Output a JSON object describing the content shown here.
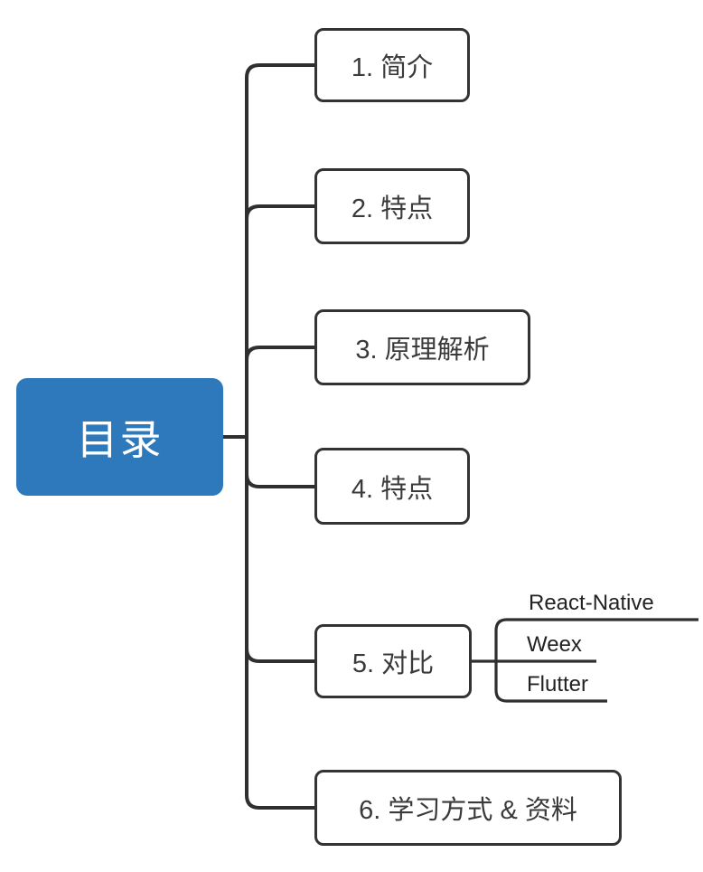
{
  "diagram": {
    "type": "mindmap",
    "root": {
      "label": "目录"
    },
    "branches": [
      {
        "label": "1. 简介"
      },
      {
        "label": "2. 特点"
      },
      {
        "label": "3. 原理解析"
      },
      {
        "label": "4. 特点"
      },
      {
        "label": "5. 对比",
        "children": [
          {
            "label": "React-Native"
          },
          {
            "label": "Weex"
          },
          {
            "label": "Flutter"
          }
        ]
      },
      {
        "label": "6. 学习方式 & 资料"
      }
    ],
    "colors": {
      "background": "#ffffff",
      "root_fill": "#2e78bc",
      "root_text": "#ffffff",
      "line": "#2f2f2f",
      "node_border": "#333333",
      "node_text": "#3a3a3a",
      "child_text": "#222222"
    }
  }
}
